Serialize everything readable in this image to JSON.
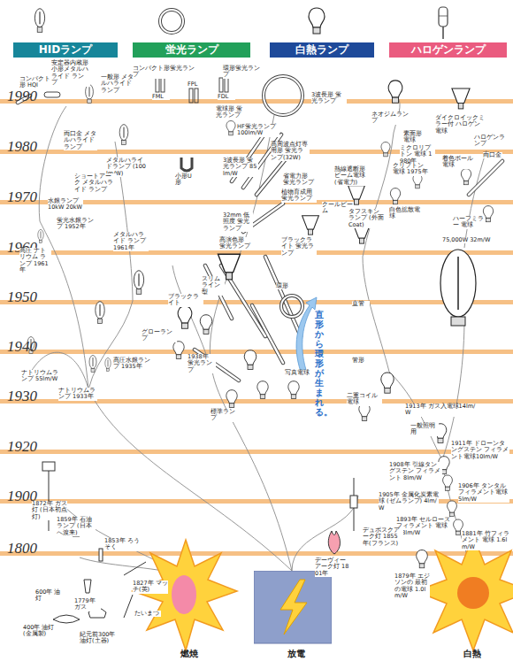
{
  "diagram": {
    "nodes": [
      {
        "text": [
          "HIDランプ"
        ]
      },
      {
        "text": [
          "蛍光ランプ"
        ]
      },
      {
        "text": [
          "白熱ランプ"
        ]
      },
      {
        "text": [
          "ハロゲンランプ"
        ]
      },
      {
        "text": [
          "燃焼"
        ]
      },
      {
        "text": [
          "放電"
        ]
      },
      {
        "text": [
          "白熱"
        ]
      }
    ],
    "labels": [
      "1990",
      "1980",
      "1970",
      "1960",
      "1950",
      "1940",
      "1930",
      "1920",
      "1900",
      "1800",
      "コンパクト形 HQI",
      "安定器内蔵形 小形メタルハライド ランプ",
      "一般形 メタルハライド ランプ",
      "コンパクト形蛍光ランプ",
      "FPL",
      "FML",
      "FDL",
      "電球形 蛍光ランプ",
      "環形蛍光ランプ",
      "HF蛍光ランプ 100lm/W",
      "3波長形 蛍光ランプ",
      "ネオジムランプ",
      "ダイクロイックミラー付 ハロゲン電球",
      "ハロゲンランプ",
      "両口金",
      "両口金 メタルハライド ランプ",
      "メタルハライドランプ (100lm/W)",
      "ショートアーク メタルハライド ランプ",
      "小形U形",
      "3波長形 蛍光ランプ 85lm/W",
      "高周波点灯専用形 蛍光ランプ(32W)",
      "省電力形 蛍光ランプ",
      "植物育成用 蛍光ランプ",
      "熱線遮断形 ビーム電球 (省電力)",
      "素面形 電球",
      "ミクロリプトン 電球 1980年",
      "クリプトン電球 1975年",
      "着色ボール電球",
      "水銀ランプ 10kW 20kW",
      "32mm 低照度 蛍光ランプ",
      "クールビーム",
      "タフスキン ランプ (外面Coat)",
      "白色拡散電球",
      "ハーフミラー 電球",
      "75,000W 32m/W",
      "蛍光水銀ランプ 1952年",
      "高圧 ナトリウム ランプ 1961年",
      "メタルハライド ランプ 1961年",
      "高演色形 蛍光ランプ",
      "ブラックライト 蛍光ランプ",
      "スリム ライン型",
      "環形",
      "ブラックライト",
      "直管",
      "グローランプ",
      "1938年 蛍光ランプ",
      "ナトリウムランプ 55lm/W",
      "高圧水銀ランプ 1935年",
      "ナトリウムランプ 1933年",
      "写真電球",
      "管形",
      "二重コイル電球",
      "標準ランプ",
      "一般照明用",
      "1913年 ガス入電球14lm/W",
      "1911年 ドローンタングステン フィラメント電球10lm/W",
      "1908年 引線タングステン フィラメント 8lm/W",
      "1906年 タンタルフィラメント電球 5lm/W",
      "1905年 金属化炭素電球 (ゼムランプ) 4lm/W",
      "1893年 セルローズフィラメント 電球3.3lm/W",
      "1881年 竹フィラメント 電球 1.6lm/W",
      "デュボスクアーク灯 1855年(フランス)",
      "デーヴィーアーク灯 1801年",
      "1879年 エジソンの 最初の電球 1.0lm/W",
      "1872年 ガス灯 (日本初点灯)",
      "1859年 石油ランプ (日本へ渡来)",
      "1853年 ろうそく",
      "1779年 ガス",
      "1827年 マッチ(英)",
      "600年 油灯",
      "たいまつ",
      "400年 油灯(金属製)",
      "紀元前300年 油灯(土器)",
      "直形から環形が生まれる。"
    ]
  }
}
